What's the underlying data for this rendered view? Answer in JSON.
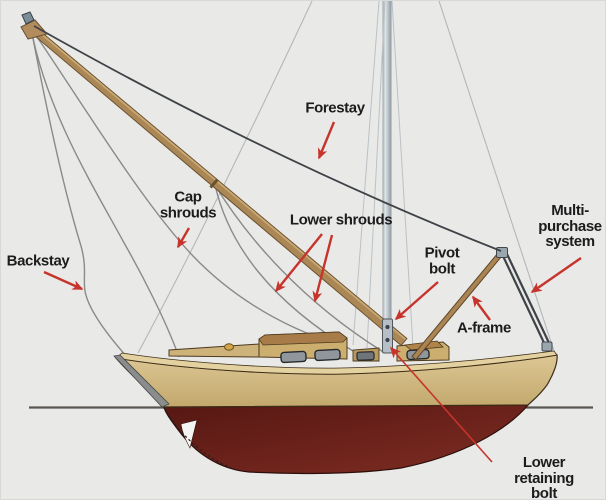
{
  "labels": {
    "forestay": {
      "text": "Forestay"
    },
    "cap_shrouds": {
      "text": "Cap\nshrouds"
    },
    "lower_shrouds": {
      "text": "Lower shrouds"
    },
    "backstay": {
      "text": "Backstay"
    },
    "pivot_bolt": {
      "text": "Pivot\nbolt"
    },
    "a_frame": {
      "text": "A-frame"
    },
    "multi_purchase": {
      "text": "Multi-\npurchase\nsystem"
    },
    "lower_retaining": {
      "text": "Lower retaining\nbolt"
    }
  },
  "colors": {
    "arrow_red": "#c6342c",
    "label_text": "#1c1c1c",
    "background": "#e9e9e8",
    "hull_tan": "#d0b67c",
    "hull_red": "#6e231c",
    "mast_brown": "#ab8756",
    "rigging_gray": "#8a8a8a",
    "ghost_gray": "#b7bcbf",
    "stay_dark": "#3f4347"
  }
}
